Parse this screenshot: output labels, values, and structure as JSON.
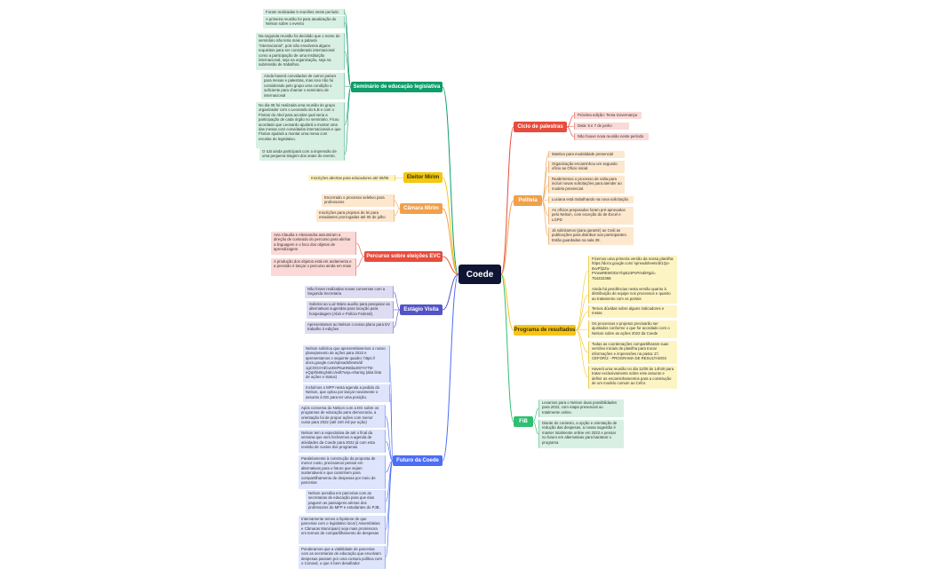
{
  "center": {
    "label": "Coede"
  },
  "colors": {
    "seminario": "#0f9d6b",
    "eleitor": "#f2c811",
    "camara": "#f0a04b",
    "percurso": "#e74c3c",
    "estagio": "#5353c6",
    "futuro": "#4c6ef5",
    "ciclo": "#e74c3c",
    "politeia": "#f0a04b",
    "programa": "#f5c518",
    "fib": "#2fbf71"
  },
  "branches": [
    {
      "id": "seminario",
      "label": "Seminário de educação legislativa",
      "side": "left",
      "leaves": [
        "Foram realizadas 5 reuniões neste período",
        "A primeira reunião foi para atualização do Nelson sobre o evento",
        "Na segunda reunião foi decidido que o nome do seminário não teria mais a palavra \"internacional\", pois não envolveria alguns requisitos para ser considerado internacional como a participação de uma instituição internacional, seja na organização, seja na submissão de trabalhos.",
        "Ainda haverá convidados de outros países para mesas e palestras, mas isso não foi considerado pelo grupo uma condição o suficiente para chamar o seminário de internacional",
        "No dia 05 foi realizada uma reunião do grupo organizador com o Leonardo do ILB e com o Florian do Abel para acordar qual seria a participação de cada órgão no seminário. Ficou acordado que Leonardo ajudará a montar uma das mesas com convidados internacionais e que Florian ajudará a montar uma mesa com escolas do legislativo.",
        "O ILB ainda participará com a impressão de uma pequena tiragem dos anais do evento."
      ]
    },
    {
      "id": "eleitor",
      "label": "Eleitor Mirim",
      "side": "left",
      "leaves": [
        "Inscrições abertas para educadores até 09/06"
      ]
    },
    {
      "id": "camara",
      "label": "Câmara Mirim",
      "side": "left",
      "leaves": [
        "Encerrado o processo seletivo para professores",
        "Inscrições para projetos de lei para estudantes prorrogadas até 05 de julho"
      ]
    },
    {
      "id": "percurso",
      "label": "Percurso sobre eleições EVC",
      "side": "left",
      "leaves": [
        "Ana Claudia e Alessandra assumiram a direção de conteúdo do percurso para alinhar a linguagem e o foco dos objetos de aprendizagem",
        "A produção dos objetos está em andamento e a previsão é lançar o percurso ainda em maio"
      ]
    },
    {
      "id": "estagio",
      "label": "Estágio Visita",
      "side": "left",
      "leaves": [
        "Não foram realizadas novas conversas com a Segunda Secretaria",
        "Solicitei ao Luiz Mário auxílio para pesquisar as alternativas sugeridas para locação para hospedagem (Abin e Polícia Federal).",
        "Apresentamos ao Nelson o nosso plano para EV trabalho 2 edições"
      ]
    },
    {
      "id": "futuro",
      "label": "Futuro da Coede",
      "side": "left",
      "leaves": [
        "Nelson solicitou que apresentássemos o nosso planejamento de ações para 2022 e apresentamos o seguinte quadro: https:// docs.google.com/spreadsheets/d/ 1gCOGnYdCveDnP6uHN6buS97AYTB- eQqXfa6tcgNdcc/edit?usp=sharing (aba lista de ações e status)",
        "Incluímos o MFP nesta agenda a pedido do Nelson, que optou por lançar novamente o assunto à DG para ter uma posição.",
        "Após conversa do Nelson com a DG sobre os programas de educação para democracia, a orientação foi de propor ações com menor custo para 2022 (até 100 mil por ação)",
        "Nelson tem a expectativa de até o final da semana que vem fecharmos a agenda de atividades da Coede para 2022 já com esta revisão de custos dos programas",
        "Paralelamente à construção da proposta de menor custo, precisamos pensar em alternativas para o futuro que sejam sustentáveis e que caminhem para compartilhamento de despesas por meio de parcerias",
        "Nelson acredita em parcerias com as secretarias de educação para que elas paguem as passagens aéreas dos professores do MFP e estudantes do PJB.",
        "Internamente temos a hipótese de que parcerias com o legislativo local ( Assembleias e Câmaras Municipais) seja mais promissora em termos de compartilhamento de despesas",
        "Ponderamos que a viabilidade de parcerias com as secretarias de educação que envolvam despesas passam por uma costura política com o Consed, o que é bem desafiador"
      ]
    },
    {
      "id": "ciclo",
      "label": "Ciclo de palestras",
      "side": "right",
      "leaves": [
        "Próxima edição: Tema Governança",
        "Data: 6 e 7 de junho",
        "Não houve nova reunião neste período"
      ]
    },
    {
      "id": "politeia",
      "label": "Politeia",
      "side": "right",
      "leaves": [
        "Mantivo para modalidade presencial",
        "Organização encaminhou um segundo ofício ao Oficio inicial",
        "Reabriremos o processo de volta para incluir novas solicitações para atender ao modelo presencial.",
        "Luciana está trabalhando na nova solicitação",
        "As ofícios preparados foram pré-aprovados pelo Nelson, com exceção do de Excel e LGPD",
        "Já solicitamos (para garantir) ao Cedi as publicações para distribuir aos participantes. Estão guardadas na sala 39."
      ]
    },
    {
      "id": "programa",
      "label": "Programa de resultados",
      "side": "right",
      "leaves": [
        "Fizemos uma primeira versão da nossa planilha: https://docs.google.com/ spreadsheets/d/1Qo-8xvPfj2Zu- PVwwREMODoYbp524PnP/edit#gid= 754332368",
        "Ainda há pendências nesta versão quanto à distribuição de equipe nos processos e quanto ao tratamento com os portais",
        "Temos dúvidas sobre alguns indicadores e metas",
        "Os processos e projetos precisarão ser ajustados conforme o que for acordado com o Nelson sobre as ações 2022 da Coede",
        "Todas as coordenações compartilharam suas versões iniciais de planilha para trocar informações e impressões na pasta: Z:\\ CEFOR\\2 - PROGRAMA DE RESULTADOS",
        "Haverá uma reunião no dia 11/05 às 14h30 para tratar exclusivamente sobre este assunto e definir as encaminhamentos para a construção de um modelo comum ao Cefor."
      ]
    },
    {
      "id": "fib",
      "label": "FiB",
      "side": "right",
      "leaves": [
        "Levamos para o Nelson duas possibilidades para 2022, com etapa presencial ou totalmente online.",
        "Diante do contexto, a opção e orientação de redução das despesas, a nossa sugestão é manter totalmente online em 2022 e pensar no futuro em alternativas para baratear o programa"
      ]
    }
  ]
}
